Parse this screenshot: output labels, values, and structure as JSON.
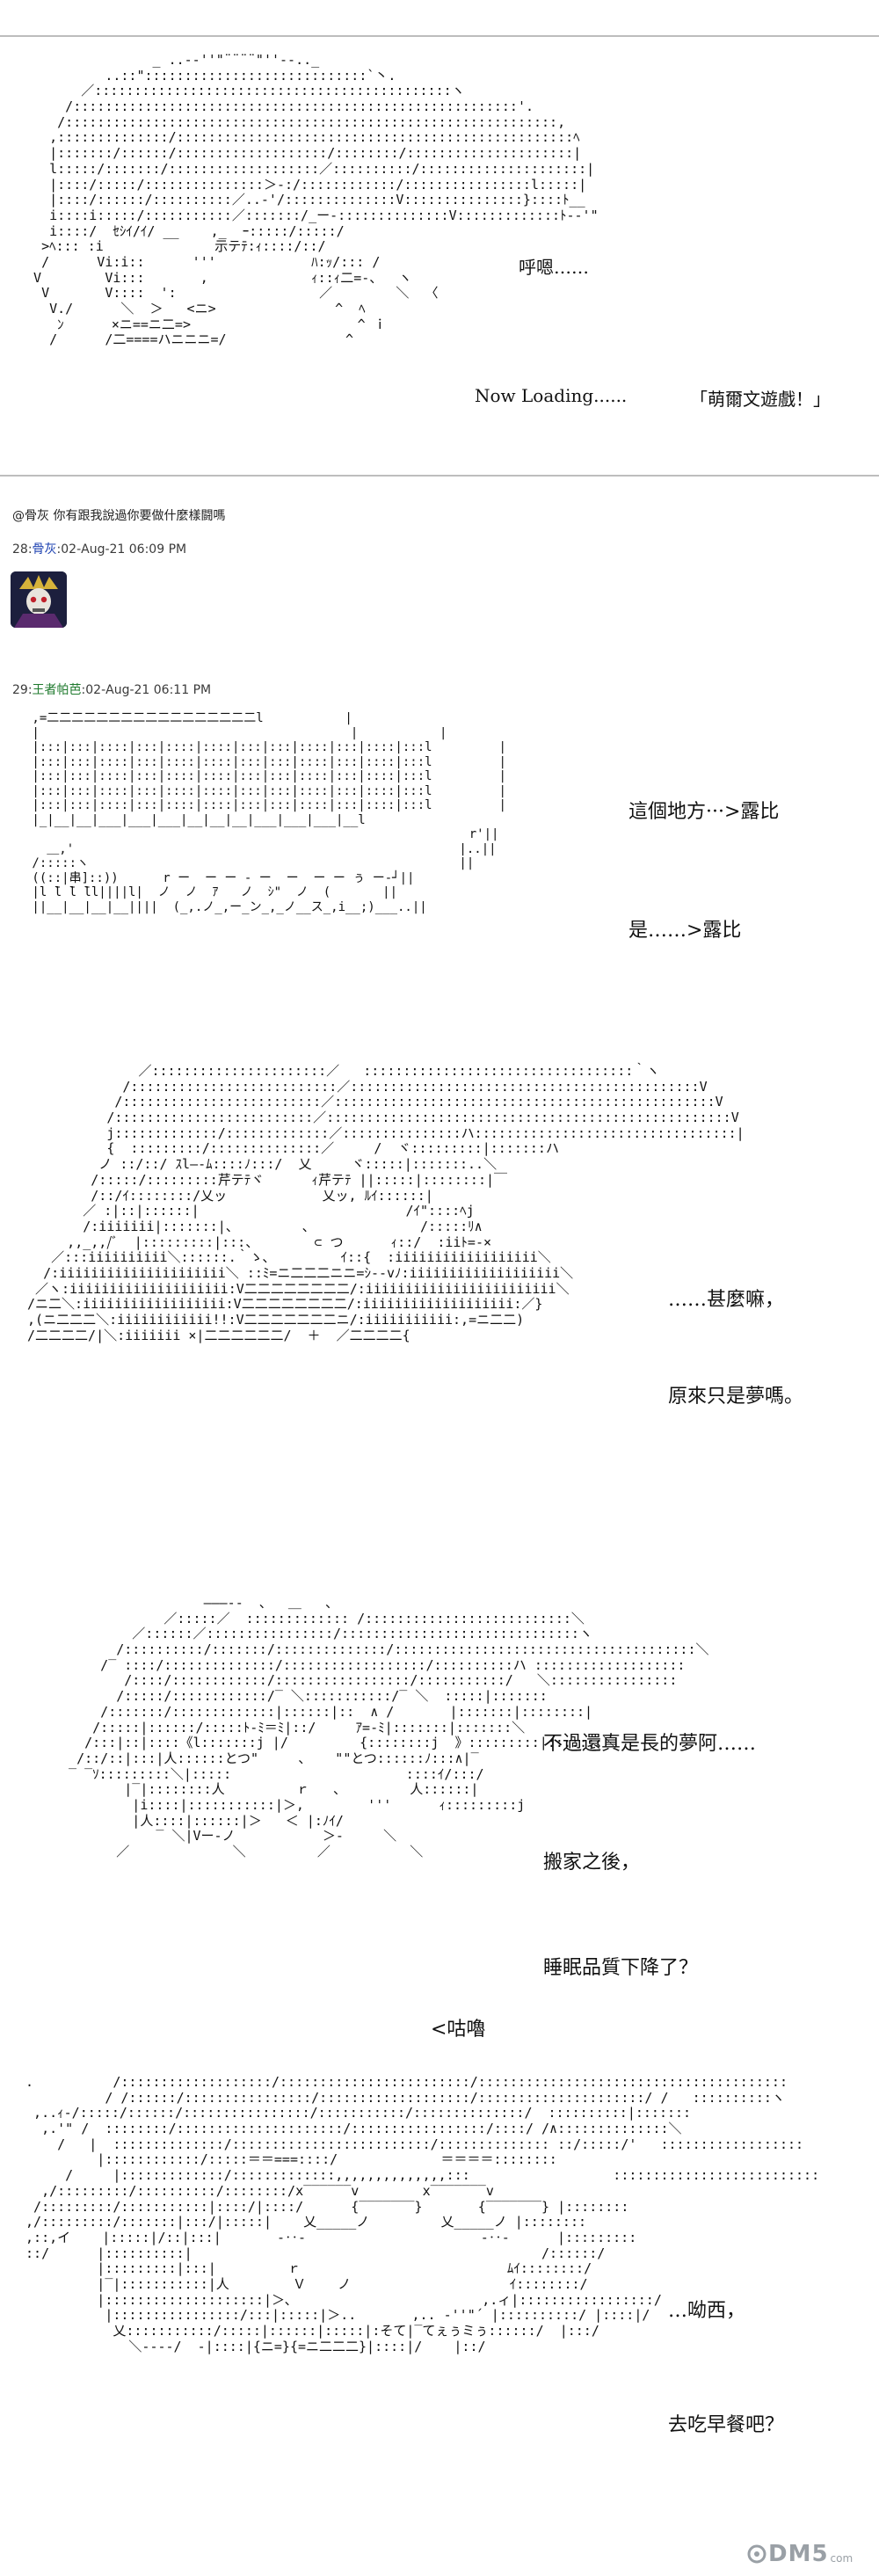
{
  "intro": {
    "caption_1": "呼嗯……",
    "caption_2": "Now Loading......",
    "caption_3": "「萌爾文遊戲！」"
  },
  "reply": {
    "quote_line": "@骨灰 你有跟我說過你要做什麼樣闘嗎",
    "post_28": {
      "number": "28:",
      "author": "骨灰",
      "time": ":02-Aug-21 06:09 PM"
    },
    "post_29": {
      "number": "29:",
      "author": "王者帕芭",
      "time": ":02-Aug-21 06:11 PM"
    }
  },
  "panels": {
    "p1": {
      "caption_1": "這個地方···>露比",
      "caption_2": "是……>露比"
    },
    "p2": {
      "caption_1": "……甚麼嘛，",
      "caption_2": "原來只是夢嗎。"
    },
    "p3": {
      "caption_1": "不過還真是長的夢阿……",
      "caption_2": "搬家之後，",
      "caption_3": "睡眠品質下降了？",
      "caption_4": "<咕嚕"
    },
    "p4": {
      "caption_1": "…呦西，",
      "caption_2": "去吃早餐吧？"
    }
  },
  "watermark": {
    "text": "DM5",
    "suffix": "com"
  },
  "colors": {
    "rule": "#bdbdbd",
    "link": "#1a3fb0",
    "text": "#111111"
  }
}
